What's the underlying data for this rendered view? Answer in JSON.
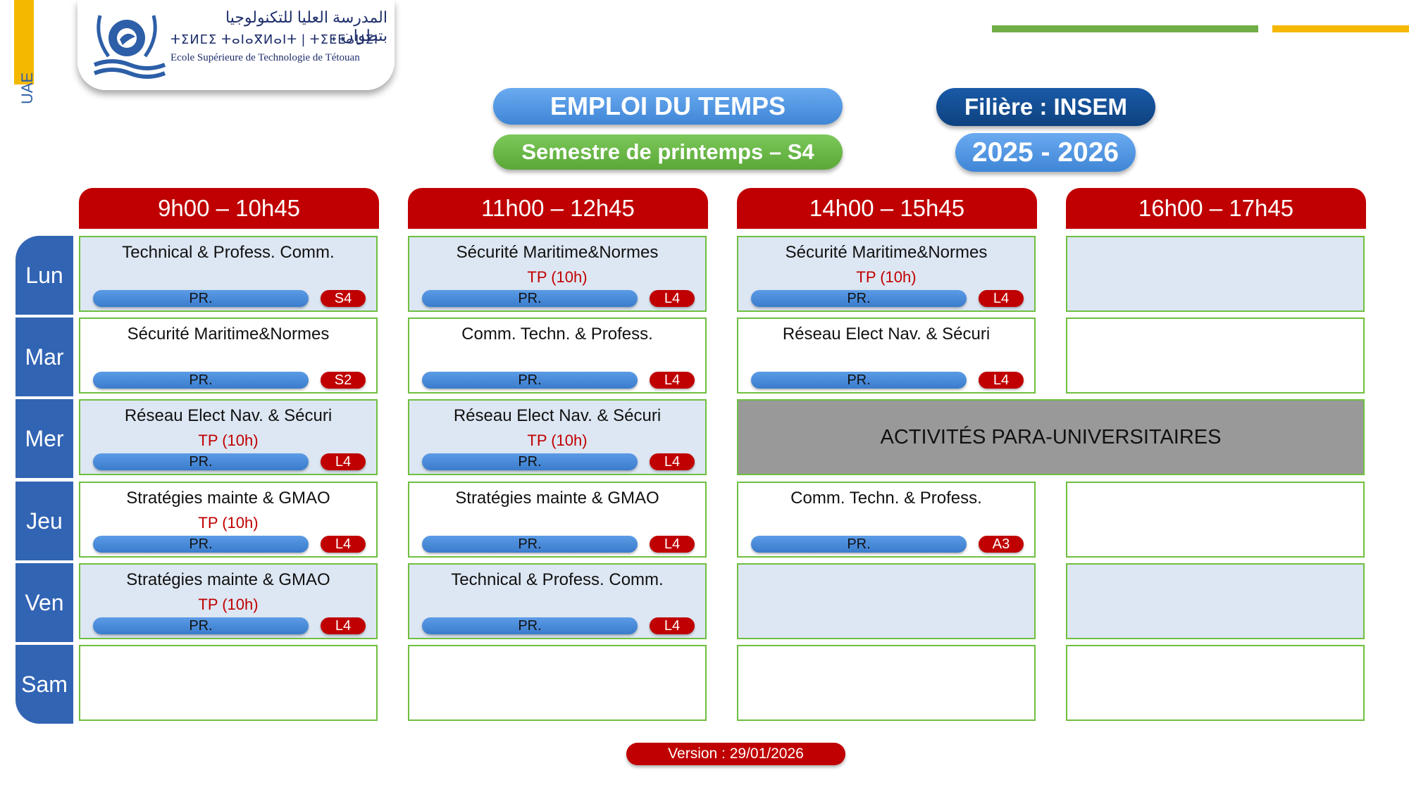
{
  "branding": {
    "side_label": "UAE",
    "logo_arabic": "المدرسة العليا للتكنولوجيا بتطوان",
    "logo_tifinagh": "ⵜⵉⵍⵎⵉ ⵜⴰⵏⴰⴳⵍⴰⵏⵜ | ⵜⵉⵟⵟⴰⵡⵉⵏ",
    "logo_french": "Ecole Supérieure de Technologie de Tétouan"
  },
  "header": {
    "title": "EMPLOI DU TEMPS",
    "semester": "Semestre de printemps – S4",
    "filiere": "Filière : INSEM",
    "year": "2025 - 2026"
  },
  "timeslots": [
    "9h00 – 10h45",
    "11h00 – 12h45",
    "14h00 – 15h45",
    "16h00 – 17h45"
  ],
  "days": [
    "Lun",
    "Mar",
    "Mer",
    "Jeu",
    "Ven",
    "Sam"
  ],
  "schedule": {
    "lun": [
      {
        "course": "Technical & Profess. Comm.",
        "tp": "",
        "prof": "PR.",
        "room": "S4"
      },
      {
        "course": "Sécurité Maritime&Normes",
        "tp": "TP (10h)",
        "prof": "PR.",
        "room": "L4"
      },
      {
        "course": "Sécurité Maritime&Normes",
        "tp": "TP (10h)",
        "prof": "PR.",
        "room": "L4"
      }
    ],
    "mar": [
      {
        "course": "Sécurité Maritime&Normes",
        "tp": "",
        "prof": "PR.",
        "room": "S2"
      },
      {
        "course": "Comm. Techn. & Profess.",
        "tp": "",
        "prof": "PR.",
        "room": "L4"
      },
      {
        "course": "Réseau Elect Nav. & Sécuri",
        "tp": "",
        "prof": "PR.",
        "room": "L4"
      }
    ],
    "mer": [
      {
        "course": "Réseau Elect Nav. & Sécuri",
        "tp": "TP (10h)",
        "prof": "PR.",
        "room": "L4"
      },
      {
        "course": "Réseau Elect Nav. & Sécuri",
        "tp": "TP (10h)",
        "prof": "PR.",
        "room": "L4"
      }
    ],
    "activities": "ACTIVITÉS PARA-UNIVERSITAIRES",
    "jeu": [
      {
        "course": "Stratégies mainte & GMAO",
        "tp": "TP (10h)",
        "prof": "PR.",
        "room": "L4"
      },
      {
        "course": "Stratégies mainte & GMAO",
        "tp": "",
        "prof": "PR.",
        "room": "L4"
      },
      {
        "course": "Comm. Techn. & Profess.",
        "tp": "",
        "prof": "PR.",
        "room": "A3"
      }
    ],
    "ven": [
      {
        "course": "Stratégies mainte & GMAO",
        "tp": "TP (10h)",
        "prof": "PR.",
        "room": "L4"
      },
      {
        "course": "Technical & Profess. Comm.",
        "tp": "",
        "prof": "PR.",
        "room": "L4"
      }
    ]
  },
  "footer": {
    "version": "Version : 29/01/2026"
  },
  "colors": {
    "red": "#c00000",
    "blue": "#3264b4",
    "green": "#70ad47",
    "yellow": "#f5b800"
  }
}
